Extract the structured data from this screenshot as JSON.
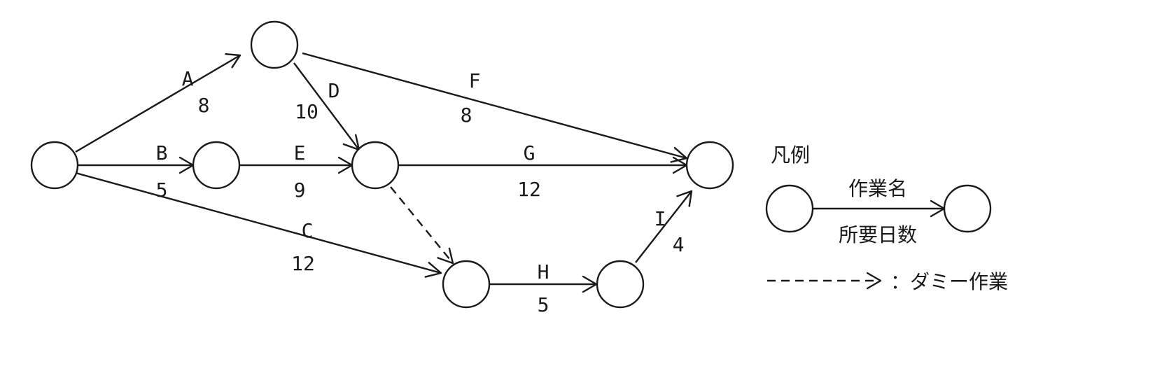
{
  "activities": [
    {
      "id": "A",
      "duration": "8"
    },
    {
      "id": "B",
      "duration": "5"
    },
    {
      "id": "C",
      "duration": "12"
    },
    {
      "id": "D",
      "duration": "10"
    },
    {
      "id": "E",
      "duration": "9"
    },
    {
      "id": "F",
      "duration": "8"
    },
    {
      "id": "G",
      "duration": "12"
    },
    {
      "id": "H",
      "duration": "5"
    },
    {
      "id": "I",
      "duration": "4"
    }
  ],
  "legend": {
    "title": "凡例",
    "activity_name": "作業名",
    "required_days": "所要日数",
    "dummy_label": "：ダミー作業"
  }
}
